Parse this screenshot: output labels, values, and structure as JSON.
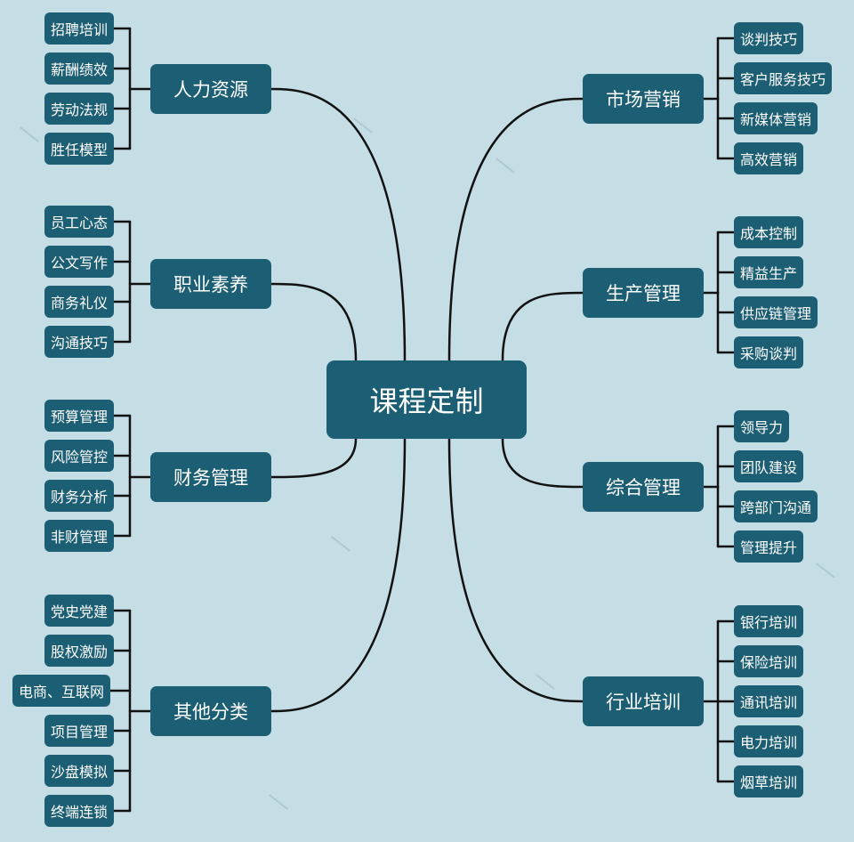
{
  "title": "课程定制",
  "branches": {
    "hr": {
      "label": "人力资源",
      "items": [
        "招聘培训",
        "薪酬绩效",
        "劳动法规",
        "胜任模型"
      ]
    },
    "prof": {
      "label": "职业素养",
      "items": [
        "员工心态",
        "公文写作",
        "商务礼仪",
        "沟通技巧"
      ]
    },
    "fin": {
      "label": "财务管理",
      "items": [
        "预算管理",
        "风险管控",
        "财务分析",
        "非财管理"
      ]
    },
    "other": {
      "label": "其他分类",
      "items": [
        "党史党建",
        "股权激励",
        "电商、互联网",
        "项目管理",
        "沙盘模拟",
        "终端连锁"
      ]
    },
    "mkt": {
      "label": "市场营销",
      "items": [
        "谈判技巧",
        "客户服务技巧",
        "新媒体营销",
        "高效营销"
      ]
    },
    "prod": {
      "label": "生产管理",
      "items": [
        "成本控制",
        "精益生产",
        "供应链管理",
        "采购谈判"
      ]
    },
    "gen": {
      "label": "综合管理",
      "items": [
        "领导力",
        "团队建设",
        "跨部门沟通",
        "管理提升"
      ]
    },
    "ind": {
      "label": "行业培训",
      "items": [
        "银行培训",
        "保险培训",
        "通讯培训",
        "电力培训",
        "烟草培训"
      ]
    }
  },
  "colors": {
    "background": "#c5dde4",
    "node": "#1c5e73",
    "node_text": "#ffffff",
    "line": "#111111"
  }
}
